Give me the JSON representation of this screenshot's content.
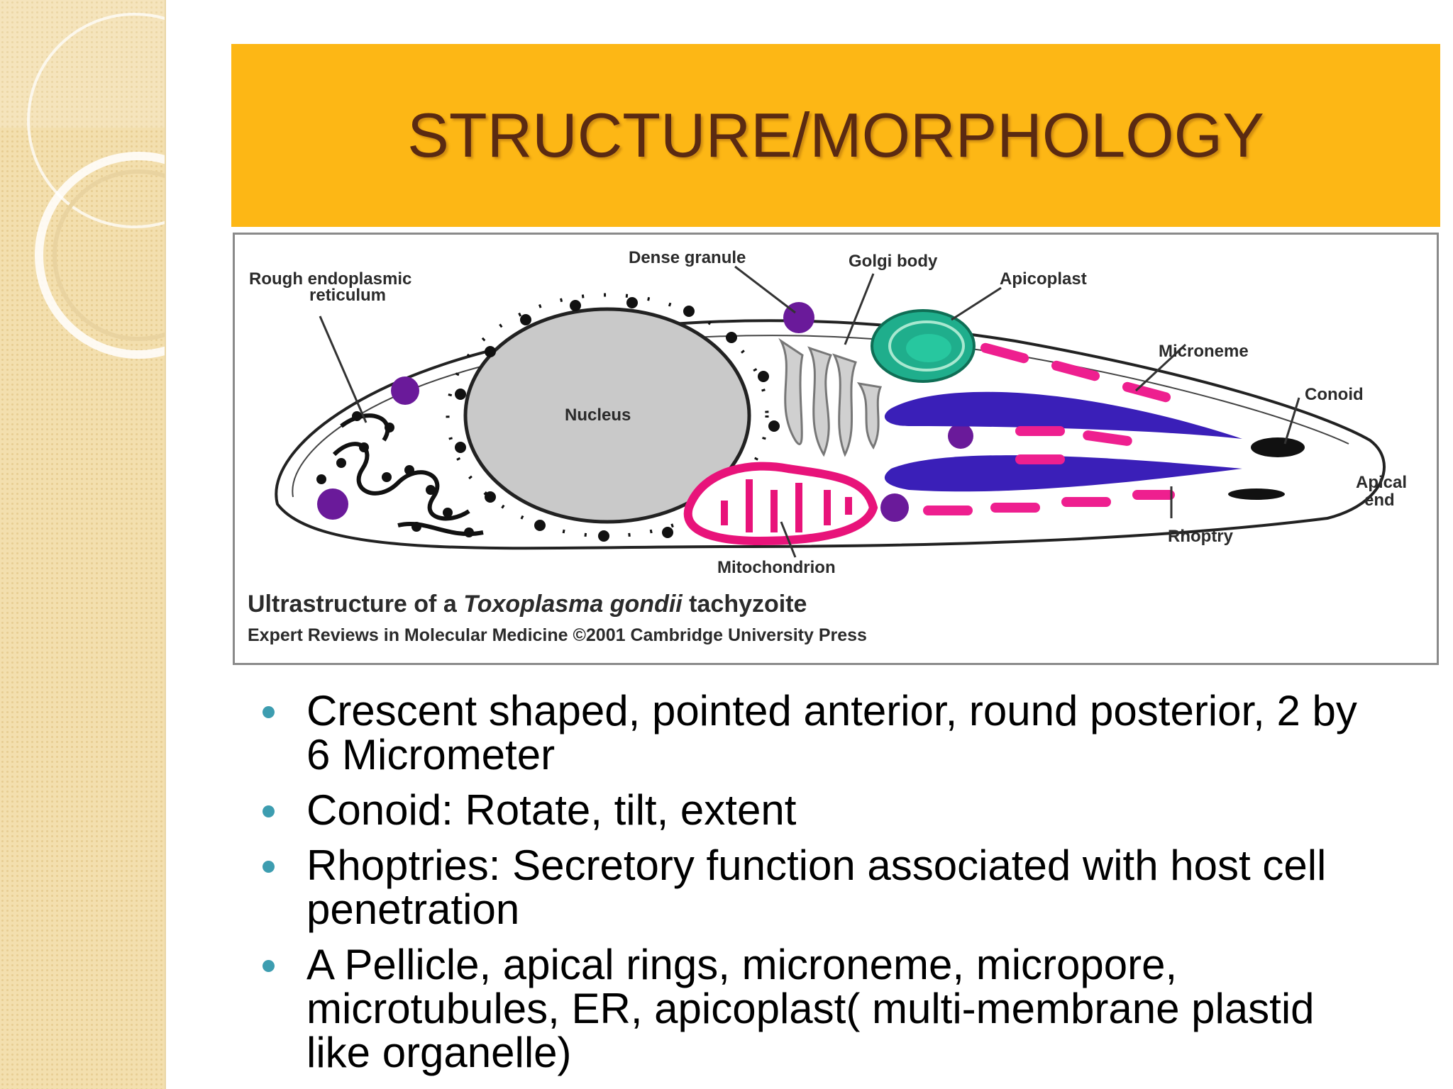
{
  "slide": {
    "title": "STRUCTURE/MORPHOLOGY"
  },
  "figure": {
    "labels": {
      "rough_er": "Rough endoplasmic",
      "rough_er_2": "reticulum",
      "dense_granule": "Dense granule",
      "golgi_body": "Golgi body",
      "apicoplast": "Apicoplast",
      "microneme": "Microneme",
      "conoid": "Conoid",
      "apical_end": "Apical",
      "apical_end_2": "end",
      "nucleus": "Nucleus",
      "rhoptry": "Rhoptry",
      "mitochondrion": "Mitochondrion"
    },
    "caption_prefix": "Ultrastructure of a ",
    "caption_species": "Toxoplasma gondii",
    "caption_suffix": " tachyzoite",
    "credit": "Expert Reviews in Molecular Medicine ©2001 Cambridge University Press"
  },
  "bullets": [
    {
      "line1": "Crescent shaped, pointed anterior, round posterior, 2 by",
      "line2": "6 Micrometer"
    },
    {
      "line1": "Conoid: Rotate, tilt, extent"
    },
    {
      "line1": "Rhoptries: Secretory function associated with host cell",
      "line2": "penetration"
    },
    {
      "line1": "A Pellicle, apical rings, microneme, micropore,",
      "line2": "microtubules, ER, apicoplast( multi-membrane plastid",
      "line3": "like organelle)"
    }
  ],
  "colors": {
    "title_bar": "#fdb715",
    "title_text": "#5a2a12",
    "bullet": "#3d9db0",
    "apicoplast": "#1fae8c",
    "microneme": "#ee1f8f",
    "rhoptry": "#3a1fb8",
    "dense_granule": "#6a1a9a",
    "mitochondrion": "#e8137a"
  }
}
